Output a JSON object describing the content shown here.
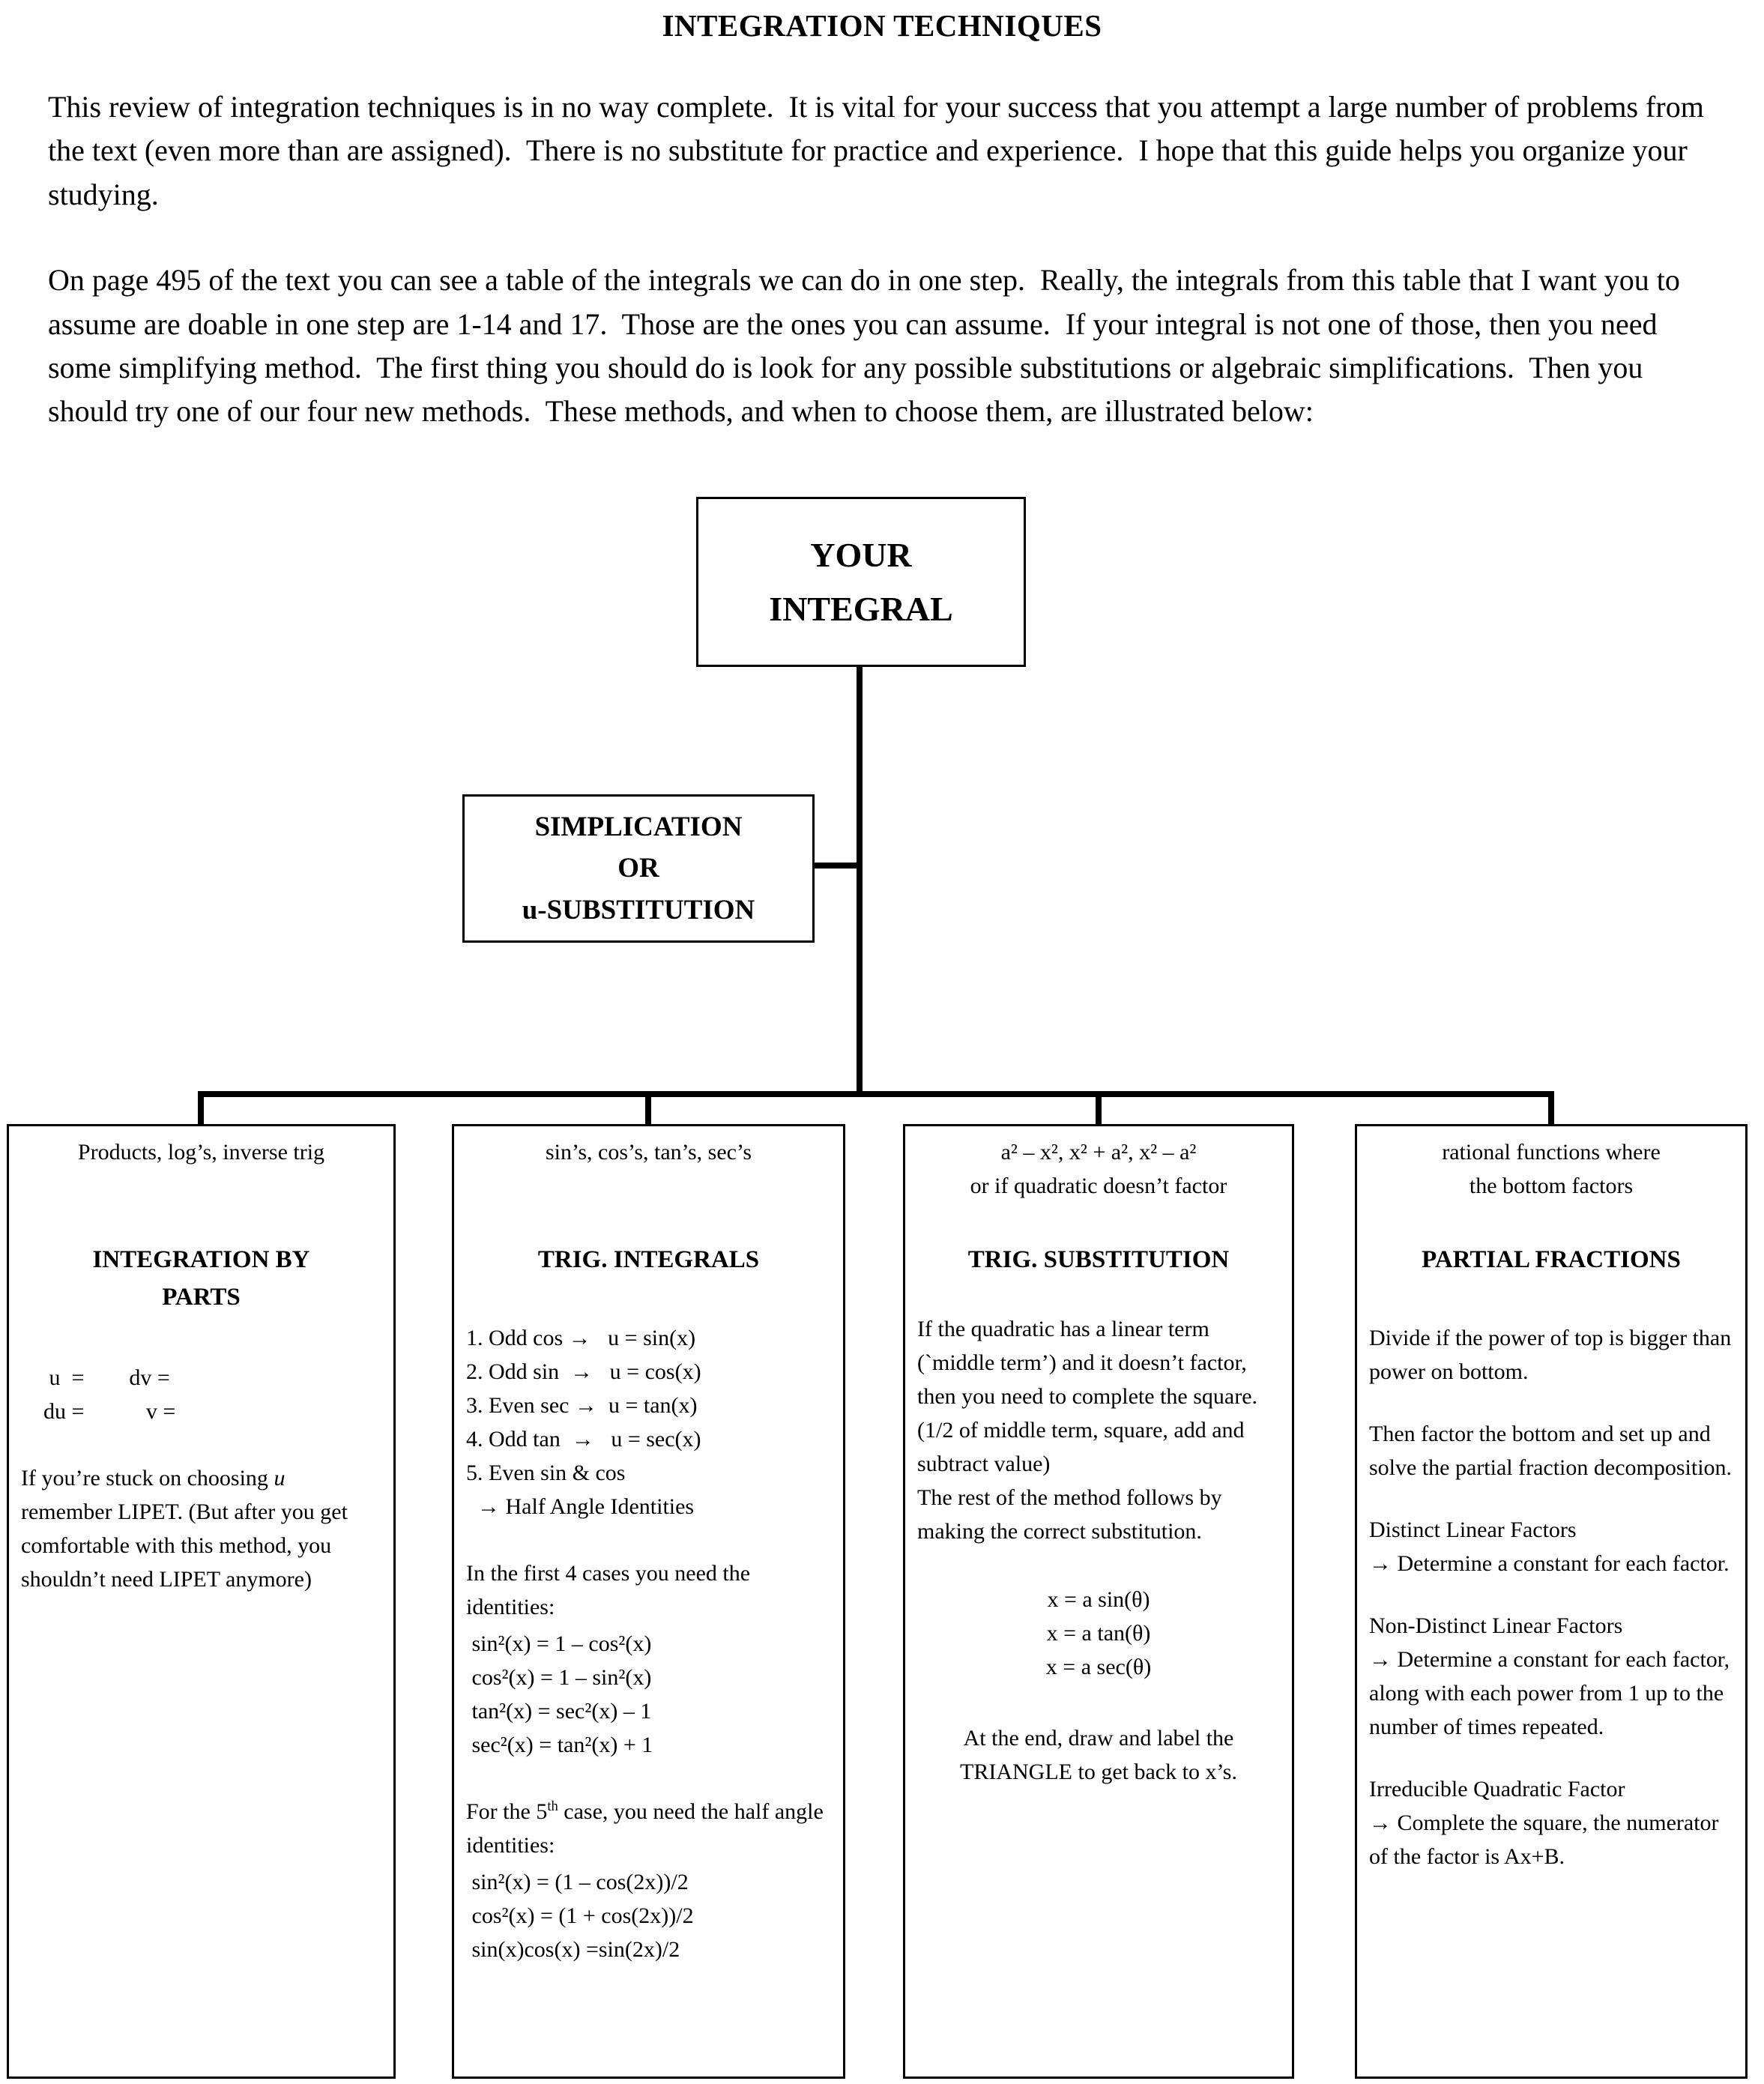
{
  "doc": {
    "title": "INTEGRATION TECHNIQUES",
    "intro": "This review of integration techniques is in no way complete.  It is vital for your success that you attempt a large number of problems from the text (even more than are assigned).  There is no substitute for practice and experience.  I hope that this guide helps you organize your studying.",
    "overview": "On page 495 of the text you can see a table of the integrals we can do in one step.  Really, the integrals from this table that I want you to assume are doable in one step are 1-14 and 17.  Those are the ones you can assume.  If your integral is not one of those, then you need some simplifying method.  The first thing you should do is look for any possible substitutions or algebraic simplifications.  Then you should try one of our four new methods.  These methods, and when to choose them, are illustrated below:"
  },
  "flowchart": {
    "root": {
      "line1": "YOUR",
      "line2": "INTEGRAL"
    },
    "side": {
      "line1": "SIMPLICATION",
      "line2": "OR",
      "line3": "u-SUBSTITUTION"
    },
    "branches": [
      {
        "when": "Products, log’s, inverse trig",
        "title": "INTEGRATION BY\nPARTS",
        "uv_template": " u  =        dv =\ndu =           v =",
        "tip_pre": "If you’re stuck on choosing ",
        "tip_italic": "u",
        "tip_post": " remember LIPET.  (But after you get comfortable with this method, you shouldn’t need LIPET anymore)"
      },
      {
        "when": "sin’s, cos’s, tan’s, sec’s",
        "title": "TRIG. INTEGRALS",
        "cases": [
          "1. Odd cos →   u = sin(x)",
          "2. Odd sin  →   u = cos(x)",
          "3. Even sec →  u = tan(x)",
          "4. Odd tan  →   u = sec(x)",
          "5. Even sin & cos",
          "  → Half Angle Identities"
        ],
        "identities_intro": "In the first 4 cases you need the identities:",
        "identities": [
          " sin²(x) = 1 – cos²(x)",
          " cos²(x) = 1 – sin²(x)",
          " tan²(x) = sec²(x) – 1",
          " sec²(x) = tan²(x) + 1"
        ],
        "half_intro_pre": "For the 5",
        "half_intro_sup": "th",
        "half_intro_post": " case, you need the half angle identities:",
        "half_identities": [
          " sin²(x) = (1 – cos(2x))/2",
          " cos²(x) = (1 + cos(2x))/2",
          " sin(x)cos(x) =sin(2x)/2"
        ]
      },
      {
        "when_line1": "a² – x², x² + a², x² – a²",
        "when_line2": "or if quadratic doesn’t factor",
        "title": "TRIG. SUBSTITUTION",
        "para1": "If the quadratic has a linear term (`middle term’) and it doesn’t factor, then you need to complete the square. (1/2 of middle term, square, add and subtract value)",
        "para2": "The rest of the method follows by making the correct substitution.",
        "substitutions": [
          "x = a sin(θ)",
          "x = a tan(θ)",
          "x = a sec(θ)"
        ],
        "closing": "At the end, draw and label the TRIANGLE to get back to x’s."
      },
      {
        "when_line1": "rational functions where",
        "when_line2": "the bottom factors",
        "title": "PARTIAL FRACTIONS",
        "paragraphs": [
          "Divide if the power of top is bigger than power on bottom.",
          "Then factor the bottom and set up and solve the partial fraction decomposition.",
          "Distinct Linear Factors\n→ Determine a constant for each factor.",
          "Non-Distinct Linear Factors\n→ Determine a constant for each factor, along with each power from 1 up to the number of times repeated.",
          "Irreducible Quadratic Factor\n→ Complete the square, the numerator of the factor is Ax+B."
        ]
      }
    ]
  }
}
